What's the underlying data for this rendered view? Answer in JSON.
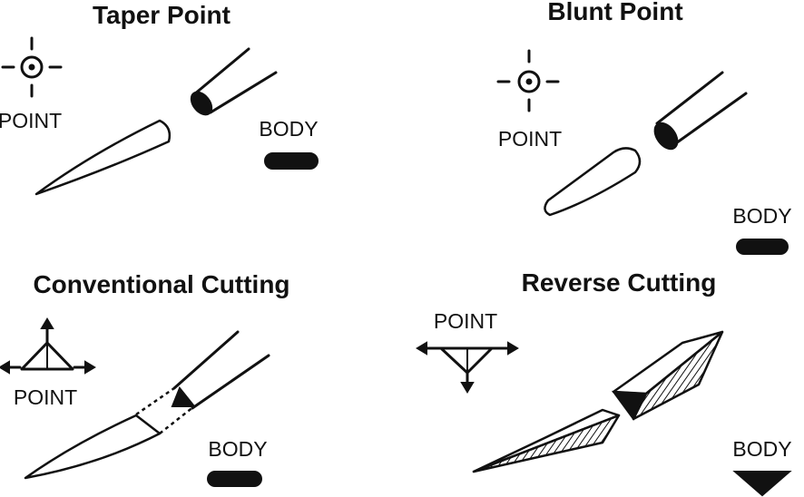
{
  "panels": {
    "taper_point": {
      "title": "Taper Point",
      "point_label": "POINT",
      "body_label": "BODY"
    },
    "blunt_point": {
      "title": "Blunt Point",
      "point_label": "POINT",
      "body_label": "BODY"
    },
    "conventional_cutting": {
      "title": "Conventional Cutting",
      "point_label": "POINT",
      "body_label": "BODY"
    },
    "reverse_cutting": {
      "title": "Reverse Cutting",
      "point_label": "POINT",
      "body_label": "BODY"
    }
  }
}
